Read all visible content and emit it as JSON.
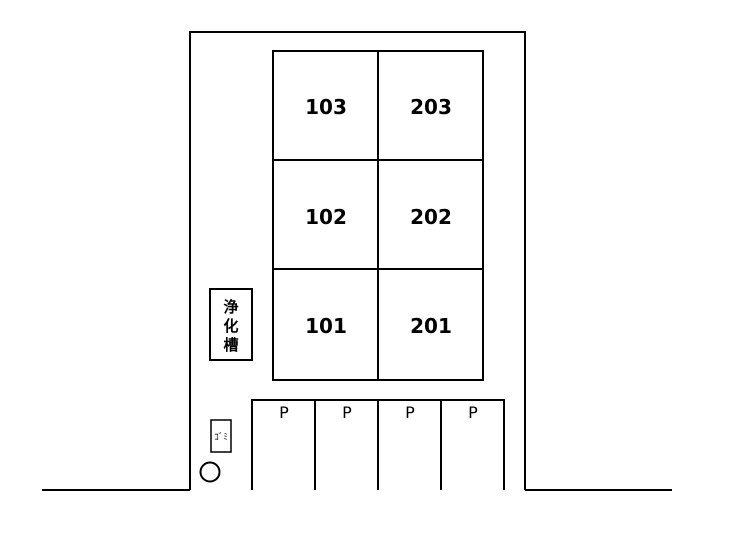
{
  "units": {
    "u103": "103",
    "u203": "203",
    "u102": "102",
    "u202": "202",
    "u101": "101",
    "u201": "201"
  },
  "septic_tank": {
    "line1": "浄",
    "line2": "化",
    "line3": "槽"
  },
  "garbage": {
    "label": "ｺﾞﾐ"
  },
  "parking": {
    "p1": "P",
    "p2": "P",
    "p3": "P",
    "p4": "P"
  }
}
